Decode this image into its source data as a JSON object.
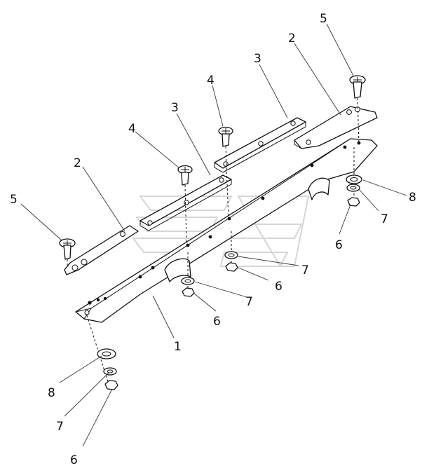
{
  "callouts": [
    {
      "id": "c1",
      "text": "1"
    },
    {
      "id": "c2a",
      "text": "2"
    },
    {
      "id": "c2b",
      "text": "2"
    },
    {
      "id": "c3a",
      "text": "3"
    },
    {
      "id": "c3b",
      "text": "3"
    },
    {
      "id": "c4a",
      "text": "4"
    },
    {
      "id": "c4b",
      "text": "4"
    },
    {
      "id": "c5a",
      "text": "5"
    },
    {
      "id": "c5b",
      "text": "5"
    },
    {
      "id": "c6a",
      "text": "6"
    },
    {
      "id": "c6b",
      "text": "6"
    },
    {
      "id": "c6c",
      "text": "6"
    },
    {
      "id": "c6d",
      "text": "6"
    },
    {
      "id": "c7a",
      "text": "7"
    },
    {
      "id": "c7b",
      "text": "7"
    },
    {
      "id": "c7c",
      "text": "7"
    },
    {
      "id": "c7d",
      "text": "7"
    },
    {
      "id": "c8a",
      "text": "8"
    },
    {
      "id": "c8b",
      "text": "8"
    }
  ]
}
